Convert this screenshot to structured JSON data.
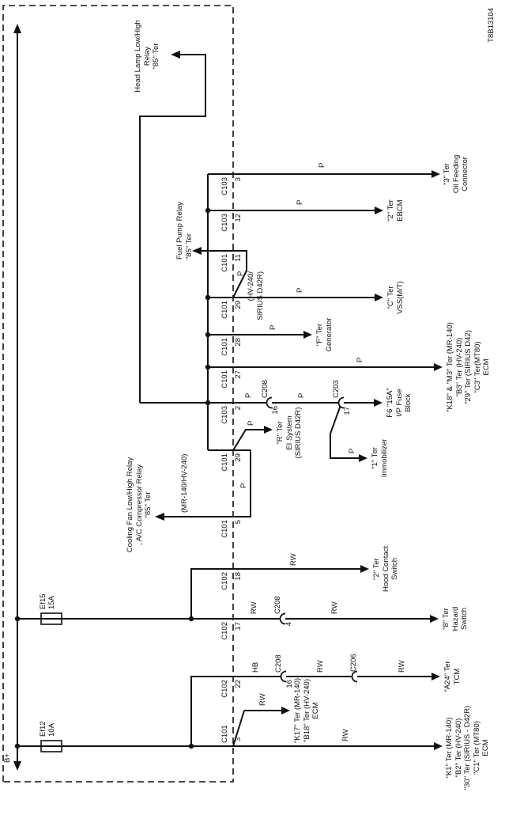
{
  "drawing_number": "T8B13104",
  "power_rail": {
    "label": "B+"
  },
  "fuses": [
    {
      "name": "Ef12",
      "rating": "10A"
    },
    {
      "name": "Ef15",
      "rating": "15A"
    }
  ],
  "border_connectors": [
    {
      "name": "C101",
      "pin": "3"
    },
    {
      "name": "C102",
      "pin": "22"
    },
    {
      "name": "C102",
      "pin": "17"
    },
    {
      "name": "C102",
      "pin": "18"
    },
    {
      "name": "C101",
      "pin": "5"
    },
    {
      "name": "C101",
      "pin": "29"
    },
    {
      "name": "C103",
      "pin": "2"
    },
    {
      "name": "C101",
      "pin": "27"
    },
    {
      "name": "C101",
      "pin": "28"
    },
    {
      "name": "C101",
      "pin": "29"
    },
    {
      "name": "C101",
      "pin": "11"
    },
    {
      "name": "C103",
      "pin": "12"
    },
    {
      "name": "C103",
      "pin": "3"
    }
  ],
  "inline_connectors": [
    {
      "name": "C208",
      "pin": "16"
    },
    {
      "name": "C206",
      "pin": ""
    },
    {
      "name": "C208",
      "pin": "4"
    },
    {
      "name": "C208",
      "pin": "16"
    },
    {
      "name": "C203",
      "pin": "17"
    }
  ],
  "wire_colors": {
    "labels": [
      "RW",
      "RW",
      "HB",
      "RW",
      "RW",
      "RW",
      "RW",
      "RW",
      "P",
      "P",
      "P",
      "P",
      "P",
      "P",
      "P",
      "P",
      "P",
      "P",
      "P"
    ]
  },
  "components": [
    {
      "lines": [
        "\"K1\" Ter (MR-140)",
        "\"B2\" Ter (HV-240)",
        "\"30\" Ter (SIRIUS - D42R)",
        "\"C1\" Ter (MT80)",
        "ECM"
      ]
    },
    {
      "lines": [
        "\"K17\" Ter (MR-140)",
        "\"B18\" Ter (HV-240)",
        "ECM"
      ]
    },
    {
      "lines": [
        "\"A24\" Ter",
        "TCM"
      ]
    },
    {
      "lines": [
        "\"8\" Ter",
        "Hazard",
        "Switch"
      ]
    },
    {
      "lines": [
        "\"2\" Ter",
        "Hood Contact",
        "Switch"
      ]
    },
    {
      "lines": [
        "Cooling Fan Low/High Relay",
        ", A/C Compressor Relay",
        "\"85\" Ter"
      ]
    },
    {
      "lines": [
        "\"1\" Ter",
        "Immobilizer"
      ]
    },
    {
      "lines": [
        "\"R\" Ter",
        "EI System",
        "(SIRIUS D42R)"
      ]
    },
    {
      "lines": [
        "F6 \"15A\"",
        "I/P Fuse",
        "Block"
      ]
    },
    {
      "lines": [
        "\"K18\" & \"M3\" Ter (MR-140)",
        "\"B3\" Ter (HV-240)",
        "\"29\" Ter (SIRIUS D42)",
        "\"C3\" Ter(MT80)",
        "ECM"
      ]
    },
    {
      "lines": [
        "\"F\" Ter",
        "Generator"
      ]
    },
    {
      "lines": [
        "\"C\" Ter",
        "VSS(M/T)"
      ]
    },
    {
      "lines": [
        "Fuel Pump Relay",
        "\"85\" Ter"
      ]
    },
    {
      "lines": [
        "\"2\" Ter",
        "EBCM"
      ]
    },
    {
      "lines": [
        "\"3\" Ter",
        "Oil Feeding",
        "Connector"
      ]
    },
    {
      "lines": [
        "Head Lamp Low/High",
        "Relay",
        "\"85\" Ter"
      ]
    }
  ],
  "variants": {
    "cooling": "(MR-140/HV-240)",
    "fuel_pump_1": "(HV-240/",
    "fuel_pump_2": "SIRIUS D42R)"
  }
}
